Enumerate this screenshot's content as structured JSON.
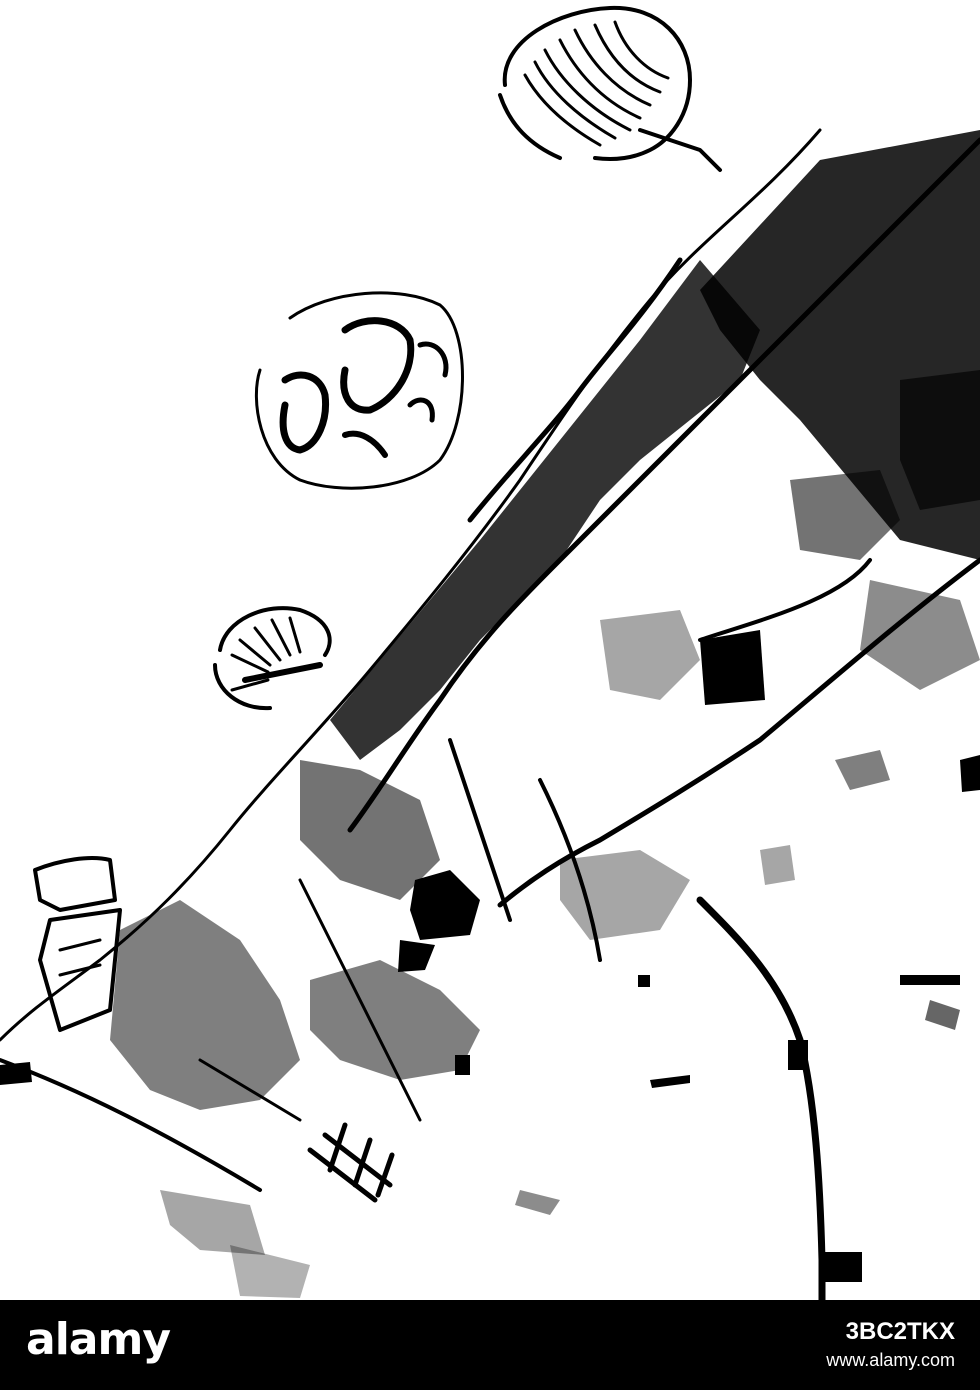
{
  "map": {
    "style": "black-and-white urban footprint",
    "colors": {
      "background": "#ffffff",
      "features": "#000000"
    }
  },
  "footer": {
    "brand": "alamy",
    "image_id": "3BC2TKX",
    "url": "www.alamy.com",
    "colors": {
      "bar": "#000000",
      "text": "#ffffff"
    }
  }
}
